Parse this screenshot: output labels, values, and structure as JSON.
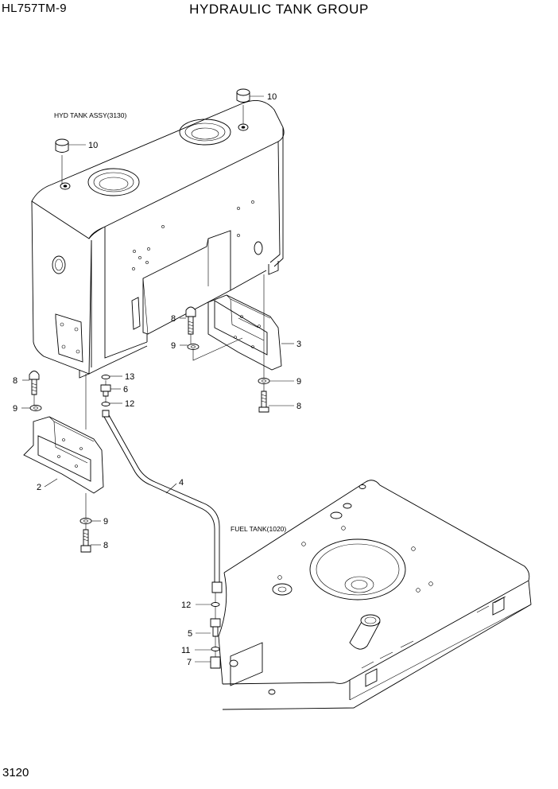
{
  "header": {
    "model": "HL757TM-9",
    "title": "HYDRAULIC TANK GROUP"
  },
  "footer": {
    "page_number": "3120"
  },
  "assemblies": {
    "hyd_tank": "HYD TANK ASSY(3130)",
    "fuel_tank": "FUEL TANK(1020)"
  },
  "callouts": {
    "c10a": "10",
    "c10b": "10",
    "c8a": "8",
    "c9a": "9",
    "c3": "3",
    "c9b": "9",
    "c8b": "8",
    "c13": "13",
    "c6": "6",
    "c12a": "12",
    "c8c": "8",
    "c9c": "9",
    "c2": "2",
    "c4": "4",
    "c9d": "9",
    "c8d": "8",
    "c12b": "12",
    "c5": "5",
    "c11": "11",
    "c7": "7"
  }
}
